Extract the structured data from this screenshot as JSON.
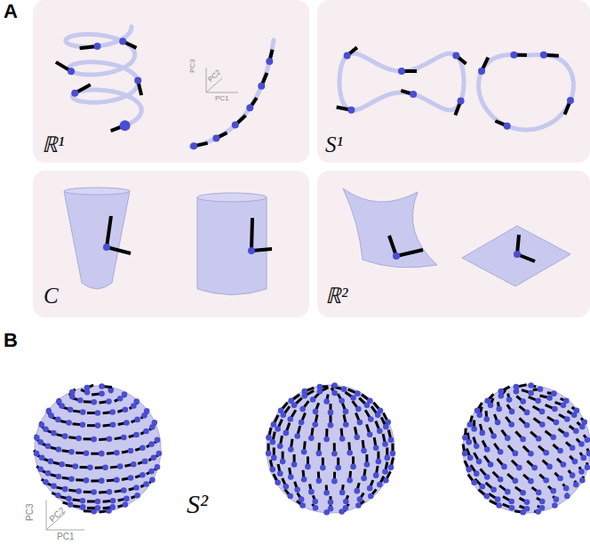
{
  "diagram": {
    "nodes": [
      {
        "text": [
          "ℝ¹"
        ]
      },
      {
        "text": [
          "S¹"
        ]
      },
      {
        "text": [
          "C"
        ]
      },
      {
        "text": [
          "ℝ²"
        ]
      }
    ],
    "labels": [
      "A",
      "PC3",
      "PC2",
      "PC1",
      "B",
      "S²",
      "PC3",
      "PC2",
      "PC1"
    ]
  }
}
